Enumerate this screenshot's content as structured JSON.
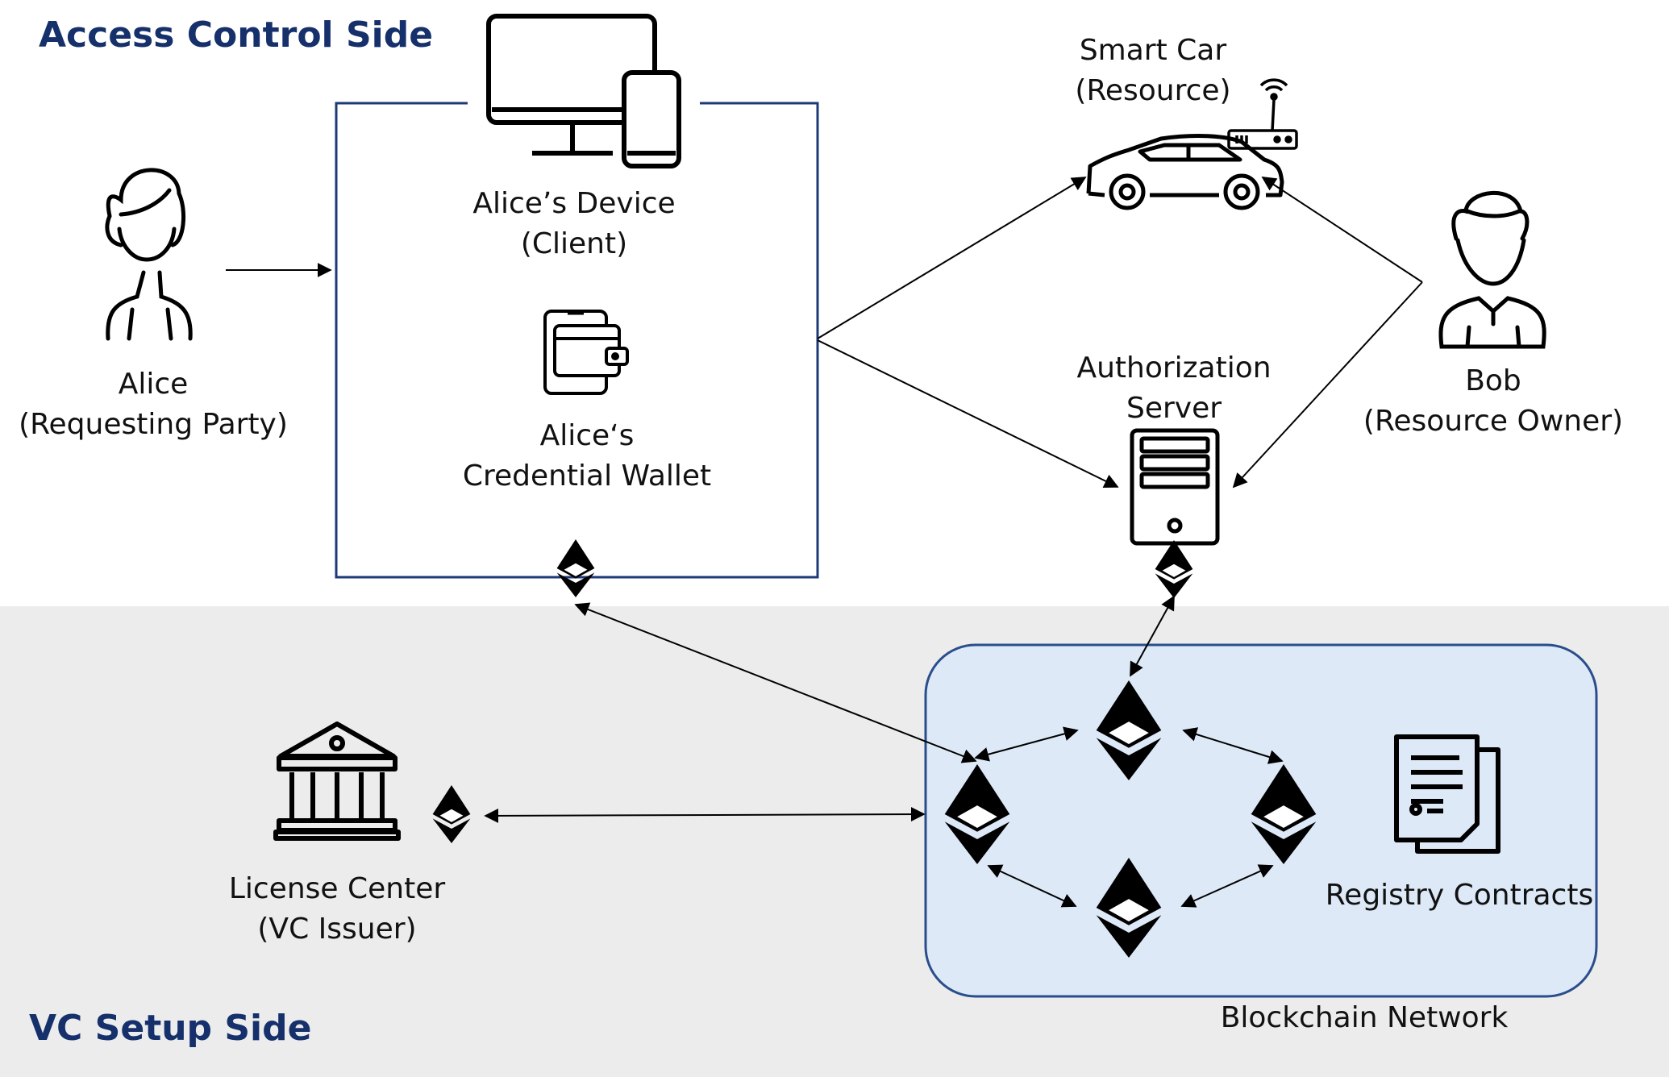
{
  "sections": {
    "access_control": "Access Control Side",
    "vc_setup": "VC Setup Side"
  },
  "actors": {
    "alice": {
      "name": "Alice",
      "role": "(Requesting Party)"
    },
    "bob": {
      "name": "Bob",
      "role": "(Resource Owner)"
    }
  },
  "components": {
    "device": {
      "line1": "Alice’s Device",
      "line2": "(Client)"
    },
    "wallet": {
      "line1": "Alice‘s",
      "line2": "Credential Wallet"
    },
    "smart_car": {
      "line1": "Smart Car",
      "line2": "(Resource)"
    },
    "auth_server": {
      "line1": "Authorization",
      "line2": "Server"
    },
    "license_center": {
      "line1": "License Center",
      "line2": "(VC Issuer)"
    },
    "registry": "Registry Contracts",
    "blockchain": "Blockchain Network"
  },
  "colors": {
    "navy": "#16306b",
    "box_border": "#1d3a78",
    "blockchain_fill": "#dde9f7",
    "bottom_band": "#ececec"
  }
}
